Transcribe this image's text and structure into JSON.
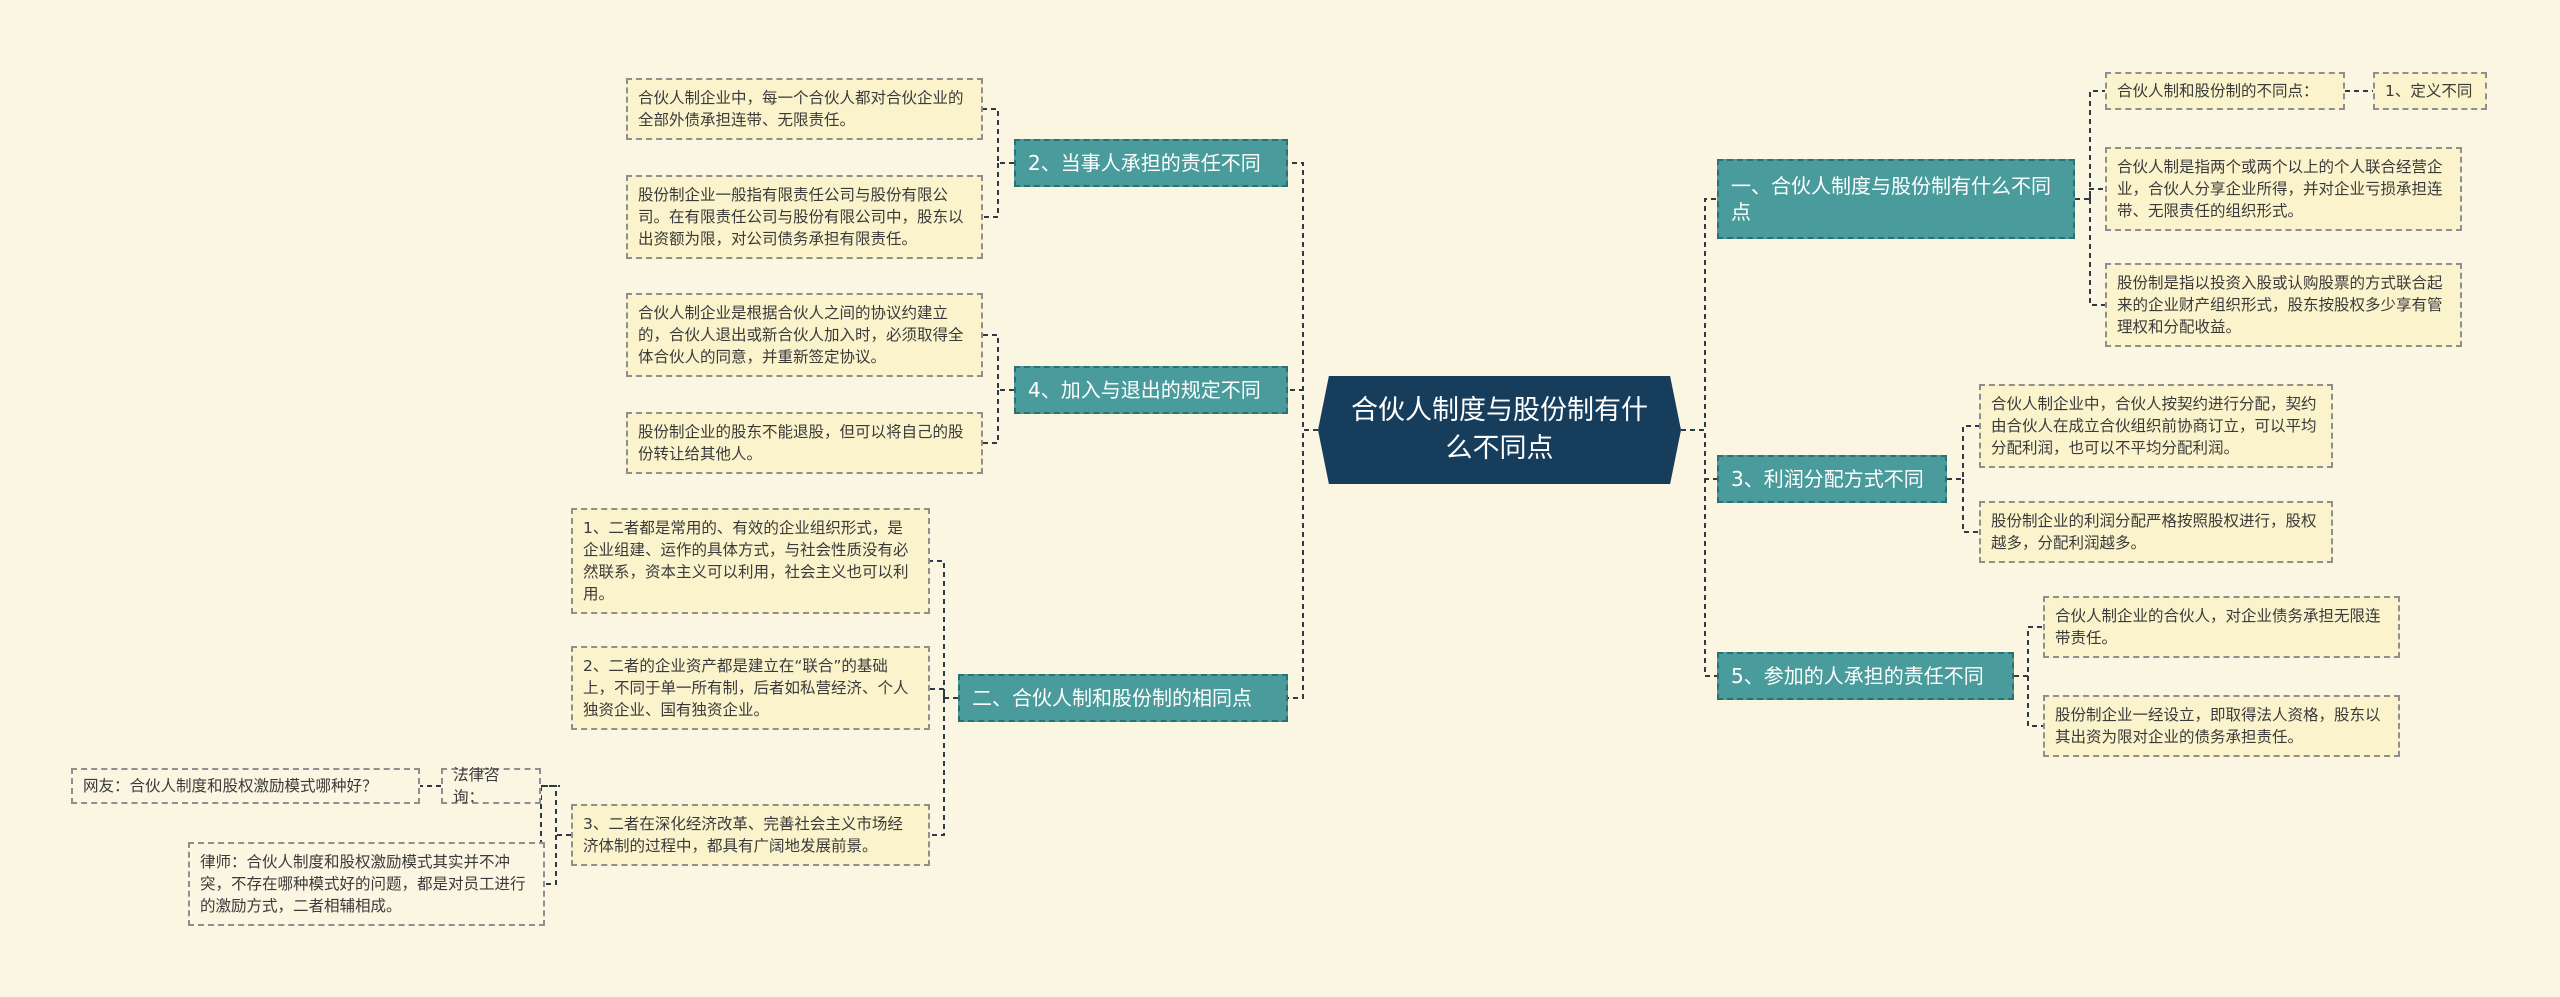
{
  "root": {
    "title": "合伙人制度与股份制有什么不同点"
  },
  "branches": {
    "b1": {
      "label": "一、合伙人制度与股份制有什么不同点"
    },
    "b2": {
      "label": "2、当事人承担的责任不同"
    },
    "b3": {
      "label": "3、利润分配方式不同"
    },
    "b4": {
      "label": "4、加入与退出的规定不同"
    },
    "b5": {
      "label": "5、参加的人承担的责任不同"
    },
    "b6": {
      "label": "二、合伙人制和股份制的相同点"
    }
  },
  "leaves": {
    "b1_q": "合伙人制和股份制的不同点：",
    "b1_q_ans": "1、定义不同",
    "b1_l2": "合伙人制是指两个或两个以上的个人联合经营企业，合伙人分享企业所得，并对企业亏损承担连带、无限责任的组织形式。",
    "b1_l3": "股份制是指以投资入股或认购股票的方式联合起来的企业财产组织形式，股东按股权多少享有管理权和分配收益。",
    "b2_l1": "合伙人制企业中，每一个合伙人都对合伙企业的全部外债承担连带、无限责任。",
    "b2_l2": "股份制企业一般指有限责任公司与股份有限公司。在有限责任公司与股份有限公司中，股东以出资额为限，对公司债务承担有限责任。",
    "b3_l1": "合伙人制企业中，合伙人按契约进行分配，契约由合伙人在成立合伙组织前协商订立，可以平均分配利润，也可以不平均分配利润。",
    "b3_l2": "股份制企业的利润分配严格按照股权进行，股权越多，分配利润越多。",
    "b4_l1": "合伙人制企业是根据合伙人之间的协议约建立的，合伙人退出或新合伙人加入时，必须取得全体合伙人的同意，并重新签定协议。",
    "b4_l2": "股份制企业的股东不能退股，但可以将自己的股份转让给其他人。",
    "b5_l1": "合伙人制企业的合伙人，对企业债务承担无限连带责任。",
    "b5_l2": "股份制企业一经设立，即取得法人资格，股东以其出资为限对企业的债务承担责任。",
    "b6_l1": "1、二者都是常用的、有效的企业组织形式，是企业组建、运作的具体方式，与社会性质没有必然联系，资本主义可以利用，社会主义也可以利用。",
    "b6_l2": "2、二者的企业资产都是建立在“联合”的基础上，不同于单一所有制，后者如私营经济、个人独资企业、国有独资企业。",
    "b6_l3": "3、二者在深化经济改革、完善社会主义市场经济体制的过程中，都具有广阔地发展前景。",
    "legal": "法律咨询：",
    "netizen": "网友：合伙人制度和股权激励模式哪种好？",
    "lawyer": "律师：合伙人制度和股权激励模式其实并不冲突，不存在哪种模式好的问题，都是对员工进行的激励方式，二者相辅相成。"
  },
  "colors": {
    "background": "#fbf6e1",
    "root_fill": "#163d5c",
    "branch_fill": "#4a9c9c",
    "leaf_fill": "#fbf3cc",
    "connector": "#2e3a44"
  }
}
